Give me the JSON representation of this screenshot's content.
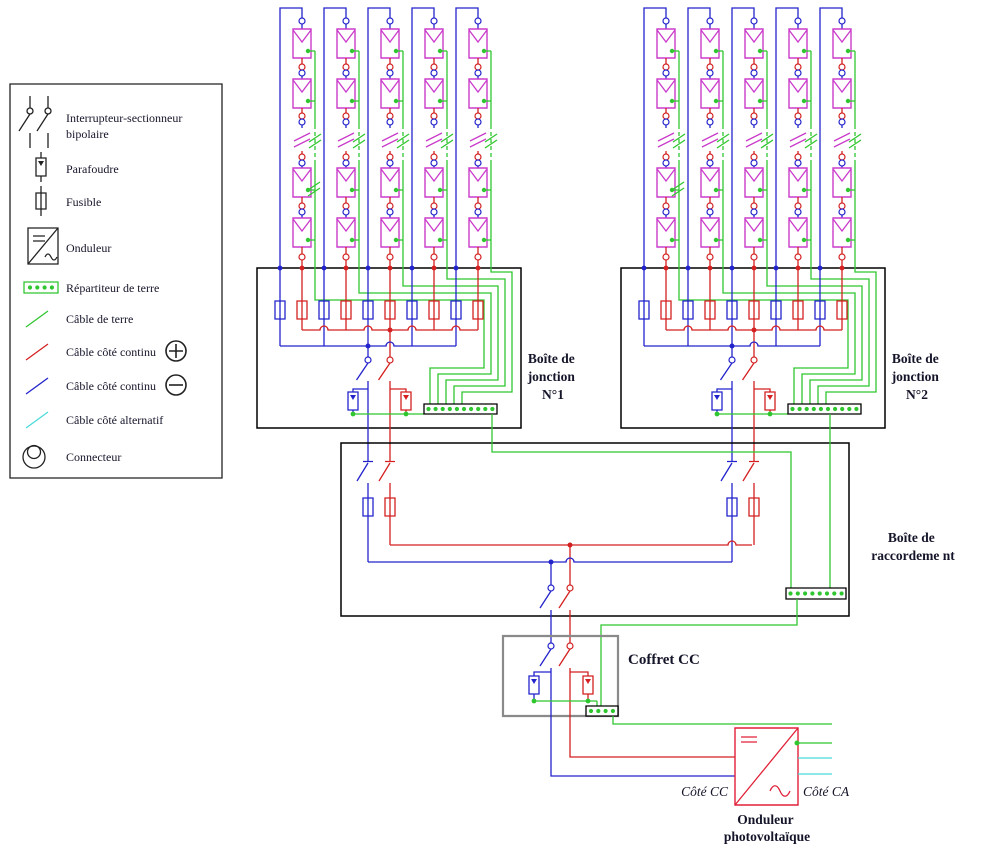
{
  "colors": {
    "dc_plus": "#d42020",
    "dc_minus": "#2323cc",
    "earth": "#2fc62f",
    "ac": "#4adada",
    "module": "#cb3ccb",
    "text": "#15152a",
    "coffret_border": "#8a8a8a",
    "inverter_border": "#e02038"
  },
  "legend": {
    "items": [
      [
        "Interrupteur-sectionneur",
        "bipolaire"
      ],
      [
        "Parafoudre"
      ],
      [
        "Fusible"
      ],
      [
        "Onduleur"
      ],
      [
        "Répartiteur de terre"
      ],
      [
        "Câble de terre"
      ],
      [
        "Câble côté continu"
      ],
      [
        "Câble côté continu"
      ],
      [
        "Câble côté alternatif"
      ],
      [
        "Connecteur"
      ]
    ]
  },
  "boxes": {
    "j1": [
      "Boîte de",
      "jonction",
      "N°1"
    ],
    "j2": [
      "Boîte de",
      "jonction",
      "N°2"
    ],
    "racc": [
      "Boîte de",
      "raccordeme nt"
    ],
    "coffret": "Coffret CC"
  },
  "inverter": {
    "label": [
      "Onduleur",
      "photovoltaïque"
    ],
    "dc_side": "Côté CC",
    "ac_side": "Côté CA"
  }
}
